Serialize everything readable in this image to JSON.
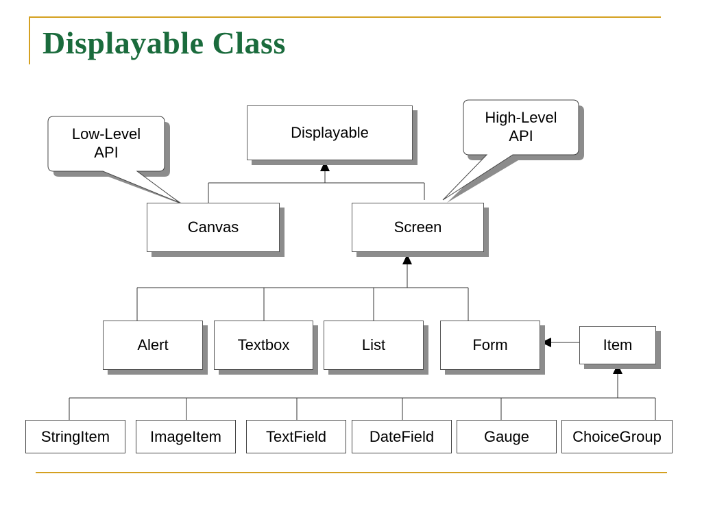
{
  "title": "Displayable Class",
  "callouts": {
    "low_level": {
      "line1": "Low-Level",
      "line2": "API"
    },
    "high_level": {
      "line1": "High-Level",
      "line2": "API"
    }
  },
  "nodes": {
    "displayable": "Displayable",
    "canvas": "Canvas",
    "screen": "Screen",
    "alert": "Alert",
    "textbox": "Textbox",
    "list": "List",
    "form": "Form",
    "item": "Item",
    "stringitem": "StringItem",
    "imageitem": "ImageItem",
    "textfield": "TextField",
    "datefield": "DateField",
    "gauge": "Gauge",
    "choicegroup": "ChoiceGroup"
  },
  "colors": {
    "title": "#1a6b3c",
    "rule": "#d4a020",
    "shadow": "#8c8c8c"
  }
}
